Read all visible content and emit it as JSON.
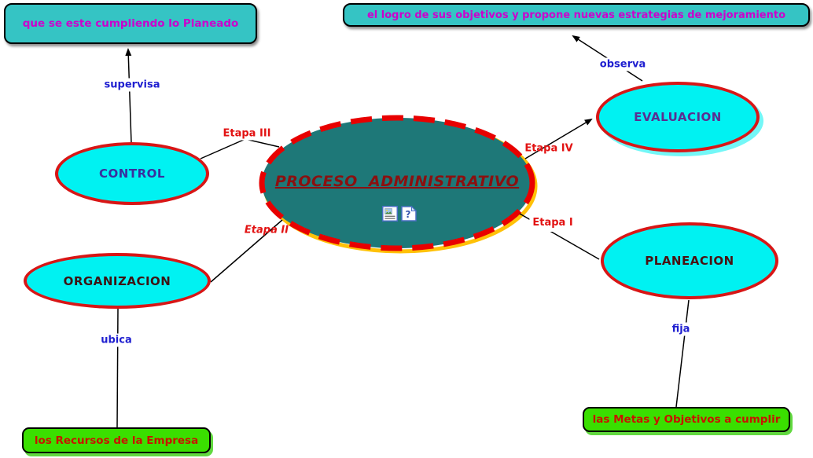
{
  "map": {
    "central": {
      "title": "PROCESO  ADMINISTRATIVO"
    },
    "nodes": {
      "control": {
        "label": "CONTROL"
      },
      "organizacion": {
        "label": "ORGANIZACION"
      },
      "evaluacion": {
        "label": "EVALUACION"
      },
      "planeacion": {
        "label": "PLANEACION"
      }
    },
    "callouts": {
      "top_left": {
        "text": "que se este cumpliendo lo Planeado"
      },
      "top_right": {
        "text": "el logro de sus objetivos y propone nuevas estrategias de mejoramiento"
      },
      "bottom_left": {
        "text": "los Recursos de la Empresa"
      },
      "bottom_right": {
        "text": "las Metas y Objetivos a cumplir"
      }
    },
    "link_labels": {
      "supervisa": {
        "text": "supervisa"
      },
      "observa": {
        "text": "observa"
      },
      "ubica": {
        "text": "ubica"
      },
      "fija": {
        "text": "fija"
      },
      "etapa_i": {
        "text": "Etapa I"
      },
      "etapa_ii": {
        "text": "Etapa II"
      },
      "etapa_iii": {
        "text": "Etapa III"
      },
      "etapa_iv": {
        "text": "Etapa IV"
      }
    },
    "icons": {
      "image_document": "image-document-icon",
      "question_document": "question-document-icon"
    },
    "colors": {
      "teal_callout_bg": "#35c4c4",
      "magenta_text": "#cc00cc",
      "green_callout_bg": "#3adf00",
      "green_callout_text": "#c81400",
      "cyan_node_bg": "#00f2f2",
      "node_border_red": "#d81616",
      "central_fill": "#1e7878",
      "central_dash_red": "#e80000",
      "central_shadow_yellow": "#ffc107",
      "central_title_text": "#8b1010",
      "blue_link_label": "#1f1fd0",
      "red_link_label": "#e21212",
      "control_text": "#3a2f9e",
      "evaluacion_text": "#5b2d91",
      "organizacion_text": "#3d1414",
      "planeacion_text": "#4a1212"
    }
  }
}
